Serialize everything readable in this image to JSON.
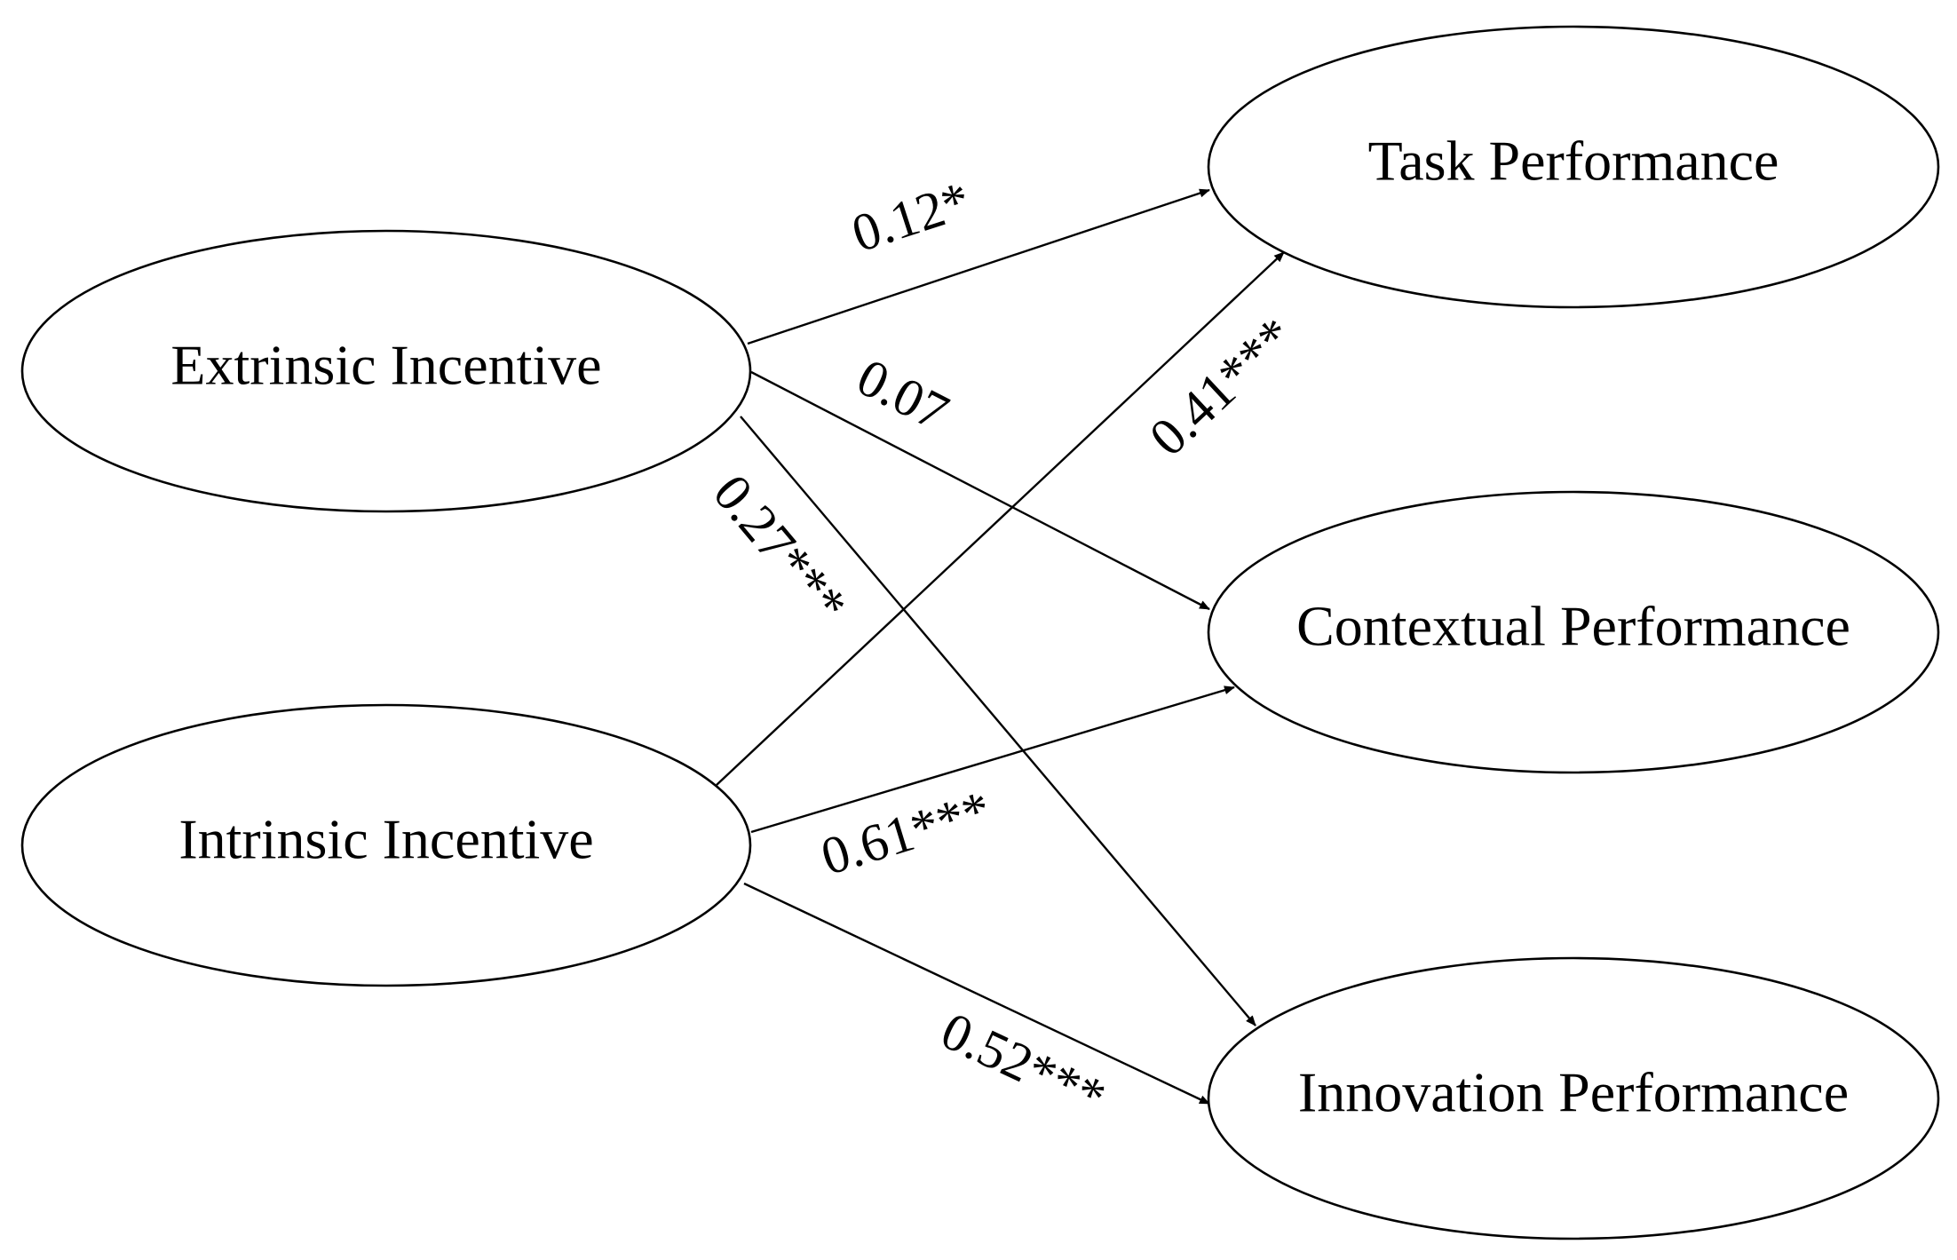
{
  "nodes": {
    "extrinsic": {
      "label": "Extrinsic Incentive"
    },
    "intrinsic": {
      "label": "Intrinsic Incentive"
    },
    "task": {
      "label": "Task Performance"
    },
    "contextual": {
      "label": "Contextual Performance"
    },
    "innovation": {
      "label": "Innovation Performance"
    }
  },
  "edges": {
    "ext_task": {
      "from": "Extrinsic Incentive",
      "to": "Task Performance",
      "label": "0.12*"
    },
    "ext_ctx": {
      "from": "Extrinsic Incentive",
      "to": "Contextual Performance",
      "label": "0.07"
    },
    "ext_inn": {
      "from": "Extrinsic Incentive",
      "to": "Innovation Performance",
      "label": "0.27***"
    },
    "int_task": {
      "from": "Intrinsic Incentive",
      "to": "Task Performance",
      "label": "0.41***"
    },
    "int_ctx": {
      "from": "Intrinsic Incentive",
      "to": "Contextual Performance",
      "label": "0.61***"
    },
    "int_inn": {
      "from": "Intrinsic Incentive",
      "to": "Innovation Performance",
      "label": "0.52***"
    }
  }
}
